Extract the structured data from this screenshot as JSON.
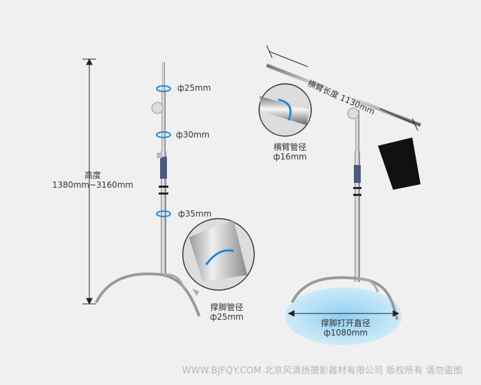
{
  "left_stand": {
    "height_label": "高度",
    "height_range": "1380mm~3160mm",
    "tube_diameters": [
      "ф25mm",
      "ф30mm",
      "ф35mm"
    ],
    "leg_tube_label": "撑脚管径",
    "leg_tube_diameter": "ф25mm"
  },
  "right_stand": {
    "boom_length_label": "横臂长度 1130mm",
    "boom_tube_label": "横臂管径",
    "boom_tube_diameter": "ф16mm",
    "leg_spread_label": "撑脚打开直径",
    "leg_spread_diameter": "ф1080mm"
  },
  "watermark": "WWW.BJFQY.COM 北京风清扬摄影器材有限公司 版权所有 请勿盗图",
  "colors": {
    "accent": "#1e88d8",
    "background": "#f0f0f0",
    "ellipse": "#bfe3f7"
  }
}
